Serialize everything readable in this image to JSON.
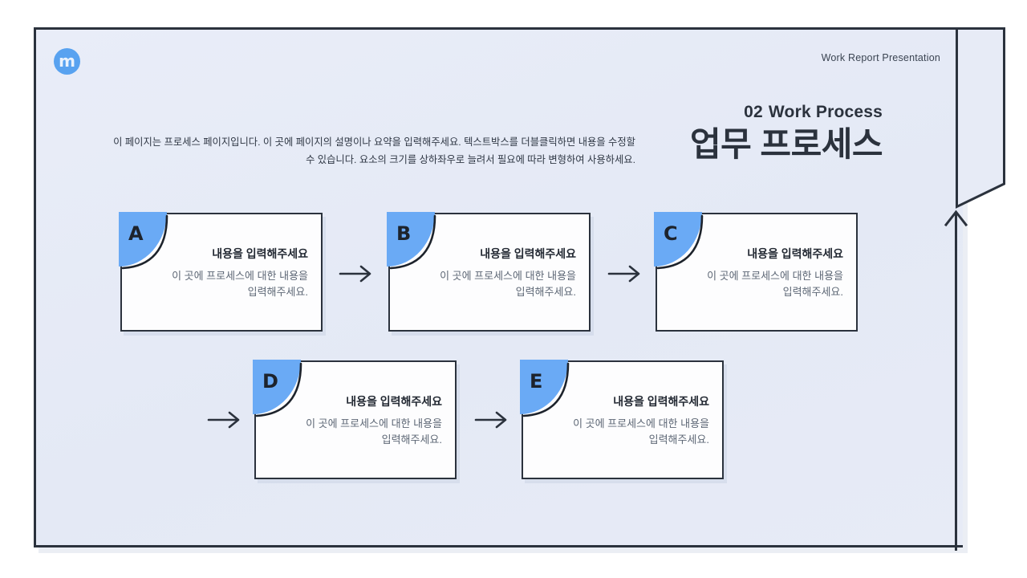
{
  "slide": {
    "logo_letter": "m",
    "header_label": "Work Report Presentation",
    "heading_number": "02",
    "heading_eyebrow": "Work Process",
    "heading_title": "업무 프로세스",
    "intro": "이 페이지는 프로세스 페이지입니다. 이 곳에 페이지의 설명이나 요약을 입력해주세요. 텍스트박스를 더블클릭하면 내용을 수정할 수 있습니다. 요소의 크기를 상하좌우로 늘려서 필요에 따라 변형하여 사용하세요.",
    "colors": {
      "background": "#e7ebf6",
      "badge_blue": "#6aaaf5",
      "logo_blue": "#58a2f0",
      "ink": "#2b323d",
      "card_surface": "#fdfdfe",
      "desc_gray": "#5d6775"
    }
  },
  "process": {
    "cards": [
      {
        "letter": "A",
        "title": "내용을 입력해주세요",
        "desc": "이 곳에 프로세스에 대한 내용을 입력해주세요."
      },
      {
        "letter": "B",
        "title": "내용을 입력해주세요",
        "desc": "이 곳에 프로세스에 대한 내용을 입력해주세요."
      },
      {
        "letter": "C",
        "title": "내용을 입력해주세요",
        "desc": "이 곳에 프로세스에 대한 내용을 입력해주세요."
      },
      {
        "letter": "D",
        "title": "내용을 입력해주세요",
        "desc": "이 곳에 프로세스에 대한 내용을 입력해주세요."
      },
      {
        "letter": "E",
        "title": "내용을 입력해주세요",
        "desc": "이 곳에 프로세스에 대한 내용을 입력해주세요."
      }
    ]
  }
}
